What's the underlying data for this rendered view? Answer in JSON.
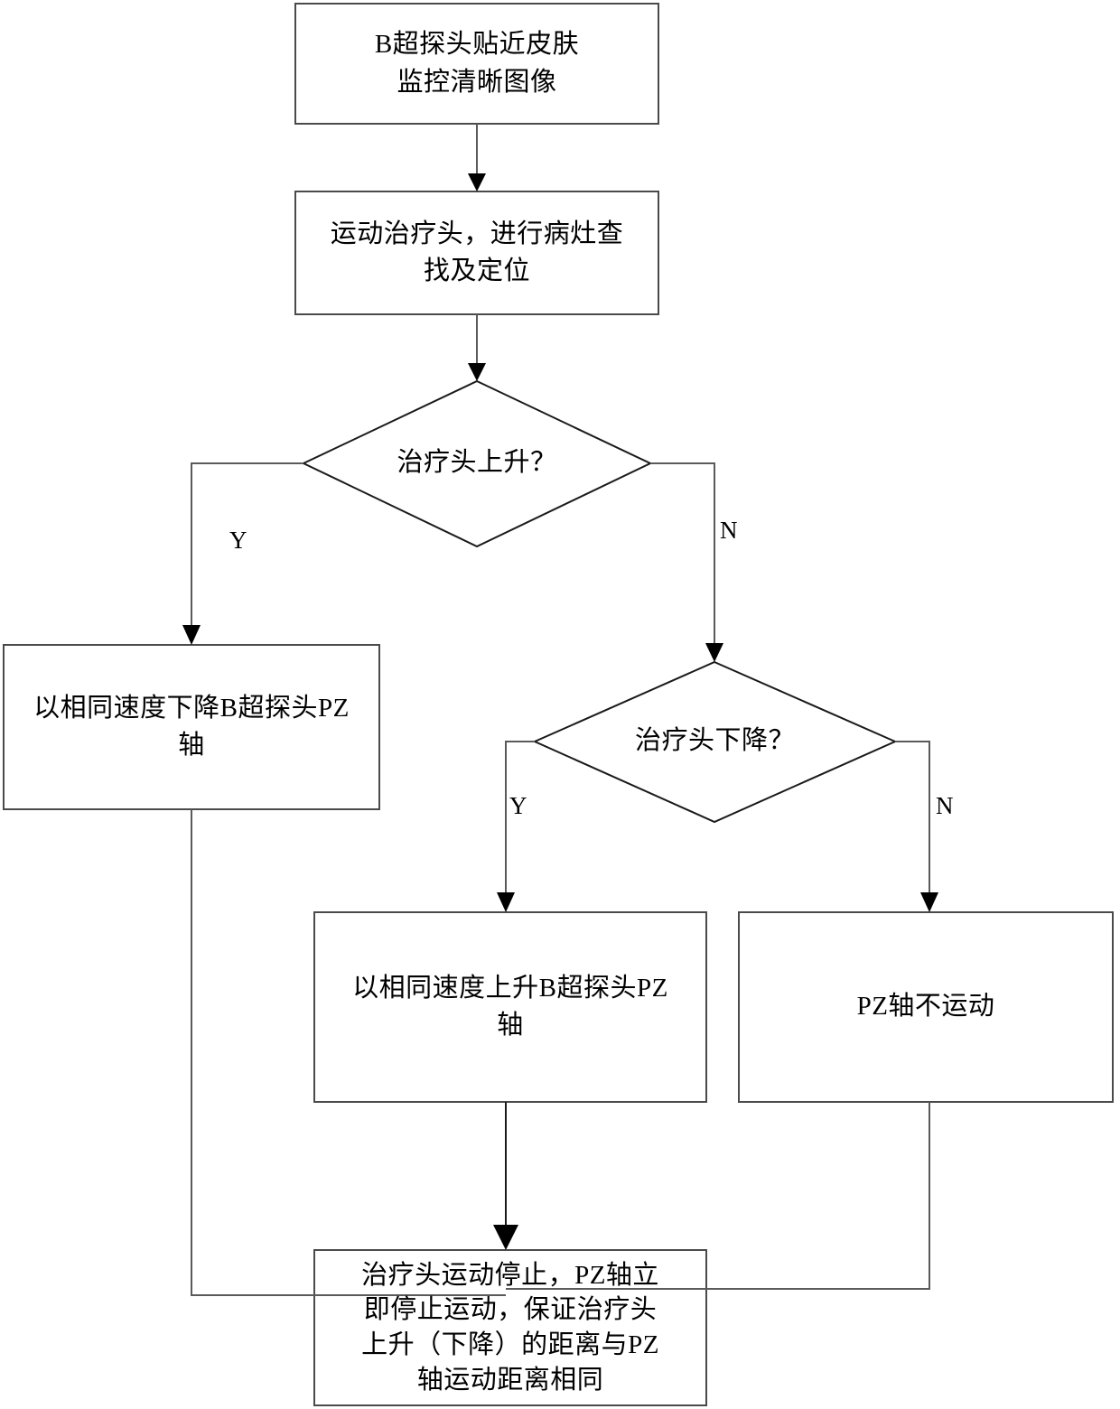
{
  "diagram": {
    "title": "B超探头随动控制流程图",
    "orientation": "top-down",
    "background_color": "#ffffff",
    "line_color": "#4a4a4a",
    "text_color": "#000000"
  },
  "nodes": {
    "start_process": {
      "type": "process",
      "text": "B超探头贴近皮肤\n监控清晰图像"
    },
    "locate_process": {
      "type": "process",
      "text": "运动治疗头，进行病灶查\n找及定位"
    },
    "decision_rise": {
      "type": "decision",
      "text": "治疗头上升？"
    },
    "descend_pz": {
      "type": "process",
      "text": "以相同速度下降B超探头PZ\n轴"
    },
    "decision_fall": {
      "type": "decision",
      "text": "治疗头下降？"
    },
    "rise_pz": {
      "type": "process",
      "text": "以相同速度上升B超探头PZ\n轴"
    },
    "no_motion": {
      "type": "process",
      "text": "PZ轴不运动"
    },
    "stop_process": {
      "type": "process",
      "text": "治疗头运动停止，PZ轴立\n即停止运动，保证治疗头\n上升（下降）的距离与PZ\n轴运动距离相同"
    }
  },
  "branch_labels": {
    "rise_yes": "Y",
    "rise_no": "N",
    "fall_yes": "Y",
    "fall_no": "N"
  }
}
